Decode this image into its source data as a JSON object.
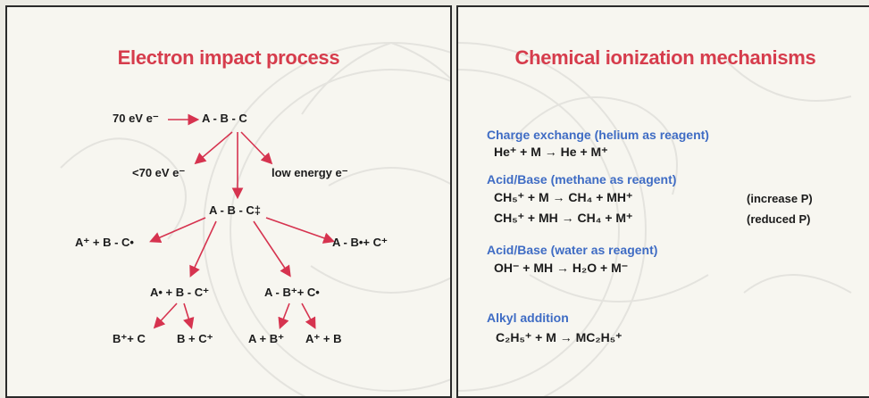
{
  "left_slide": {
    "title": "Electron impact process",
    "nodes": {
      "beam": "70 eV e⁻",
      "molecule": "A - B - C",
      "scattered": "<70 eV e⁻",
      "low_energy": "low energy e⁻",
      "radical_cation": "A - B - C‡",
      "split_left": "A⁺ + B - C•",
      "split_right": "A - B•+ C⁺",
      "split_mid": "A• + B - C⁺",
      "split_mid_right": "A - B⁺+ C•",
      "frag_1": "B⁺+ C",
      "frag_2": "B + C⁺",
      "frag_3": "A + B⁺",
      "frag_4": "A⁺ + B"
    },
    "arrow_color": "#d6334f"
  },
  "right_slide": {
    "title": "Chemical ionization mechanisms",
    "sections": [
      {
        "heading": "Charge exchange (helium as reagent)",
        "lines": [
          "He⁺  + M  →  He + M⁺"
        ]
      },
      {
        "heading": "Acid/Base (methane as reagent)",
        "lines": [
          "CH₅⁺  + M  →  CH₄  + MH⁺",
          "CH₅⁺  + MH → CH₄  + M⁺"
        ],
        "notes": [
          "(increase P)",
          "(reduced P)"
        ]
      },
      {
        "heading": "Acid/Base (water as reagent)",
        "lines": [
          "OH⁻  + MH  →  H₂O + M⁻"
        ]
      },
      {
        "heading": "Alkyl addition",
        "lines": [
          "C₂H₅⁺ + M  →   MC₂H₅⁺"
        ]
      }
    ]
  },
  "colors": {
    "title_red": "#d63c4c",
    "heading_blue": "#3f6cc4",
    "text_dark": "#1c1c1c"
  }
}
